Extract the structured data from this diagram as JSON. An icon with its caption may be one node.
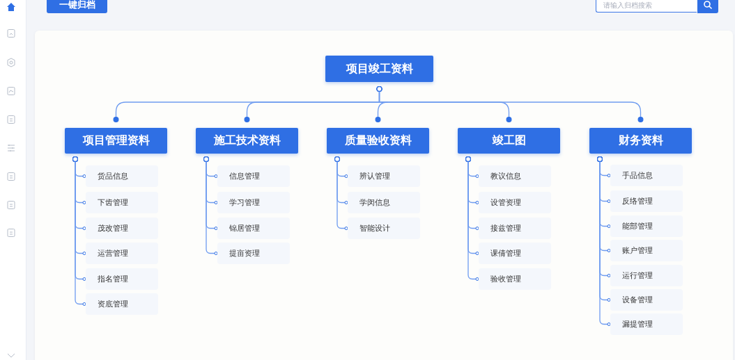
{
  "diagram": {
    "nodes": [
      {
        "text": [
          "项目竣工资料"
        ]
      },
      {
        "text": [
          "项目管理资料"
        ]
      },
      {
        "text": [
          "施工技术资料"
        ]
      },
      {
        "text": [
          "质量验收资料"
        ]
      },
      {
        "text": [
          "竣工图"
        ]
      },
      {
        "text": [
          "财务资料"
        ]
      },
      {
        "text": [
          "货品信息"
        ]
      },
      {
        "text": [
          "下齿管理"
        ]
      },
      {
        "text": [
          "茂改管理"
        ]
      },
      {
        "text": [
          "运营管理"
        ]
      },
      {
        "text": [
          "指名管理"
        ]
      },
      {
        "text": [
          "资底管理"
        ]
      },
      {
        "text": [
          "信息管理"
        ]
      },
      {
        "text": [
          "学习管理"
        ]
      },
      {
        "text": [
          "锦居管理"
        ]
      },
      {
        "text": [
          "提亩资理"
        ]
      },
      {
        "text": [
          "辨认管理"
        ]
      },
      {
        "text": [
          "学闵信息"
        ]
      },
      {
        "text": [
          "智能设计"
        ]
      },
      {
        "text": [
          "教议信息"
        ]
      },
      {
        "text": [
          "设管资理"
        ]
      },
      {
        "text": [
          "接兹管理"
        ]
      },
      {
        "text": [
          "课倩管理"
        ]
      },
      {
        "text": [
          "验收管理"
        ]
      },
      {
        "text": [
          "手品信息"
        ]
      },
      {
        "text": [
          "反络管理"
        ]
      },
      {
        "text": [
          "能部管理"
        ]
      },
      {
        "text": [
          "账户管理"
        ]
      },
      {
        "text": [
          "运行管理"
        ]
      },
      {
        "text": [
          "设备管理"
        ]
      },
      {
        "text": [
          "漏提管理"
        ]
      }
    ],
    "edges": [
      {
        "from": 0,
        "to": 1,
        "arrow": "other"
      },
      {
        "from": 0,
        "to": 2,
        "arrow": "other"
      },
      {
        "from": 0,
        "to": 3,
        "arrow": "other"
      },
      {
        "from": 0,
        "to": 4,
        "arrow": "other"
      },
      {
        "from": 0,
        "to": 5,
        "arrow": "other"
      },
      {
        "from": 1,
        "to": 6,
        "arrow": "other"
      },
      {
        "from": 1,
        "to": 7,
        "arrow": "other"
      },
      {
        "from": 1,
        "to": 8,
        "arrow": "other"
      },
      {
        "from": 1,
        "to": 9,
        "arrow": "other"
      },
      {
        "from": 1,
        "to": 10,
        "arrow": "other"
      },
      {
        "from": 1,
        "to": 11,
        "arrow": "other"
      },
      {
        "from": 2,
        "to": 12,
        "arrow": "other"
      },
      {
        "from": 2,
        "to": 13,
        "arrow": "other"
      },
      {
        "from": 2,
        "to": 14,
        "arrow": "other"
      },
      {
        "from": 2,
        "to": 15,
        "arrow": "other"
      },
      {
        "from": 3,
        "to": 16,
        "arrow": "other"
      },
      {
        "from": 3,
        "to": 17,
        "arrow": "other"
      },
      {
        "from": 3,
        "to": 18,
        "arrow": "other"
      },
      {
        "from": 4,
        "to": 19,
        "arrow": "other"
      },
      {
        "from": 4,
        "to": 20,
        "arrow": "other"
      },
      {
        "from": 4,
        "to": 21,
        "arrow": "other"
      },
      {
        "from": 4,
        "to": 22,
        "arrow": "other"
      },
      {
        "from": 4,
        "to": 23,
        "arrow": "other"
      },
      {
        "from": 5,
        "to": 24,
        "arrow": "other"
      },
      {
        "from": 5,
        "to": 25,
        "arrow": "other"
      },
      {
        "from": 5,
        "to": 26,
        "arrow": "other"
      },
      {
        "from": 5,
        "to": 27,
        "arrow": "other"
      },
      {
        "from": 5,
        "to": 28,
        "arrow": "other"
      },
      {
        "from": 5,
        "to": 29,
        "arrow": "other"
      },
      {
        "from": 5,
        "to": 30,
        "arrow": "other"
      }
    ],
    "labels": [
      "一键归档",
      "请输入归档搜索"
    ]
  }
}
